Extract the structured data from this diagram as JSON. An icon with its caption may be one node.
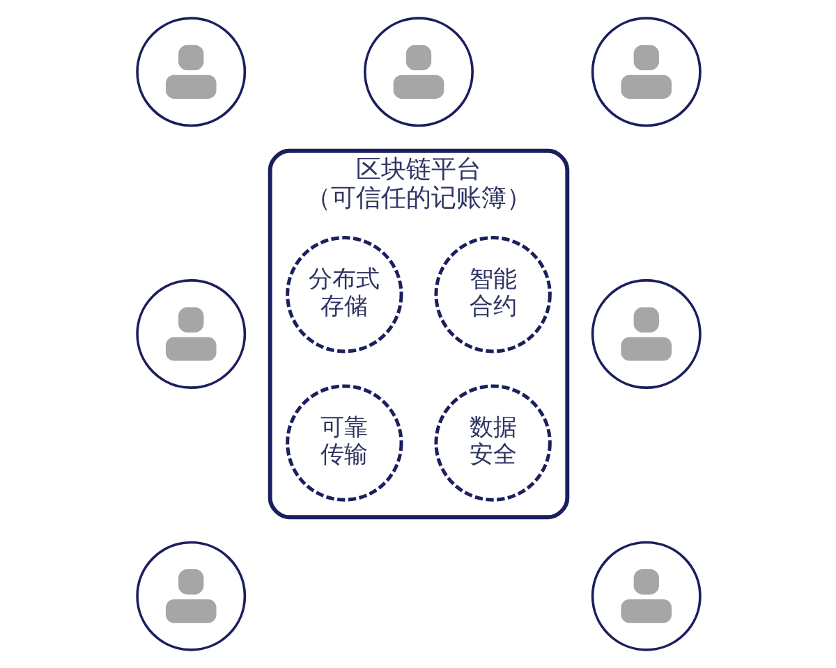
{
  "diagram": {
    "nodes": [
      {
        "text": [
          "区块链平台",
          "（可信任的记账簿）"
        ]
      },
      {
        "text": [
          "分布式存储"
        ],
        "in": 0
      },
      {
        "text": [
          "智能合约"
        ],
        "in": 0
      },
      {
        "text": [
          "可靠传输"
        ],
        "in": 0
      },
      {
        "text": [
          "数据安全"
        ],
        "in": 0
      },
      {
        "text": [],
        "shape": "person"
      },
      {
        "text": [],
        "shape": "person"
      },
      {
        "text": [],
        "shape": "person"
      },
      {
        "text": [],
        "shape": "person"
      },
      {
        "text": [],
        "shape": "person"
      },
      {
        "text": [],
        "shape": "person"
      },
      {
        "text": [],
        "shape": "person"
      }
    ]
  }
}
